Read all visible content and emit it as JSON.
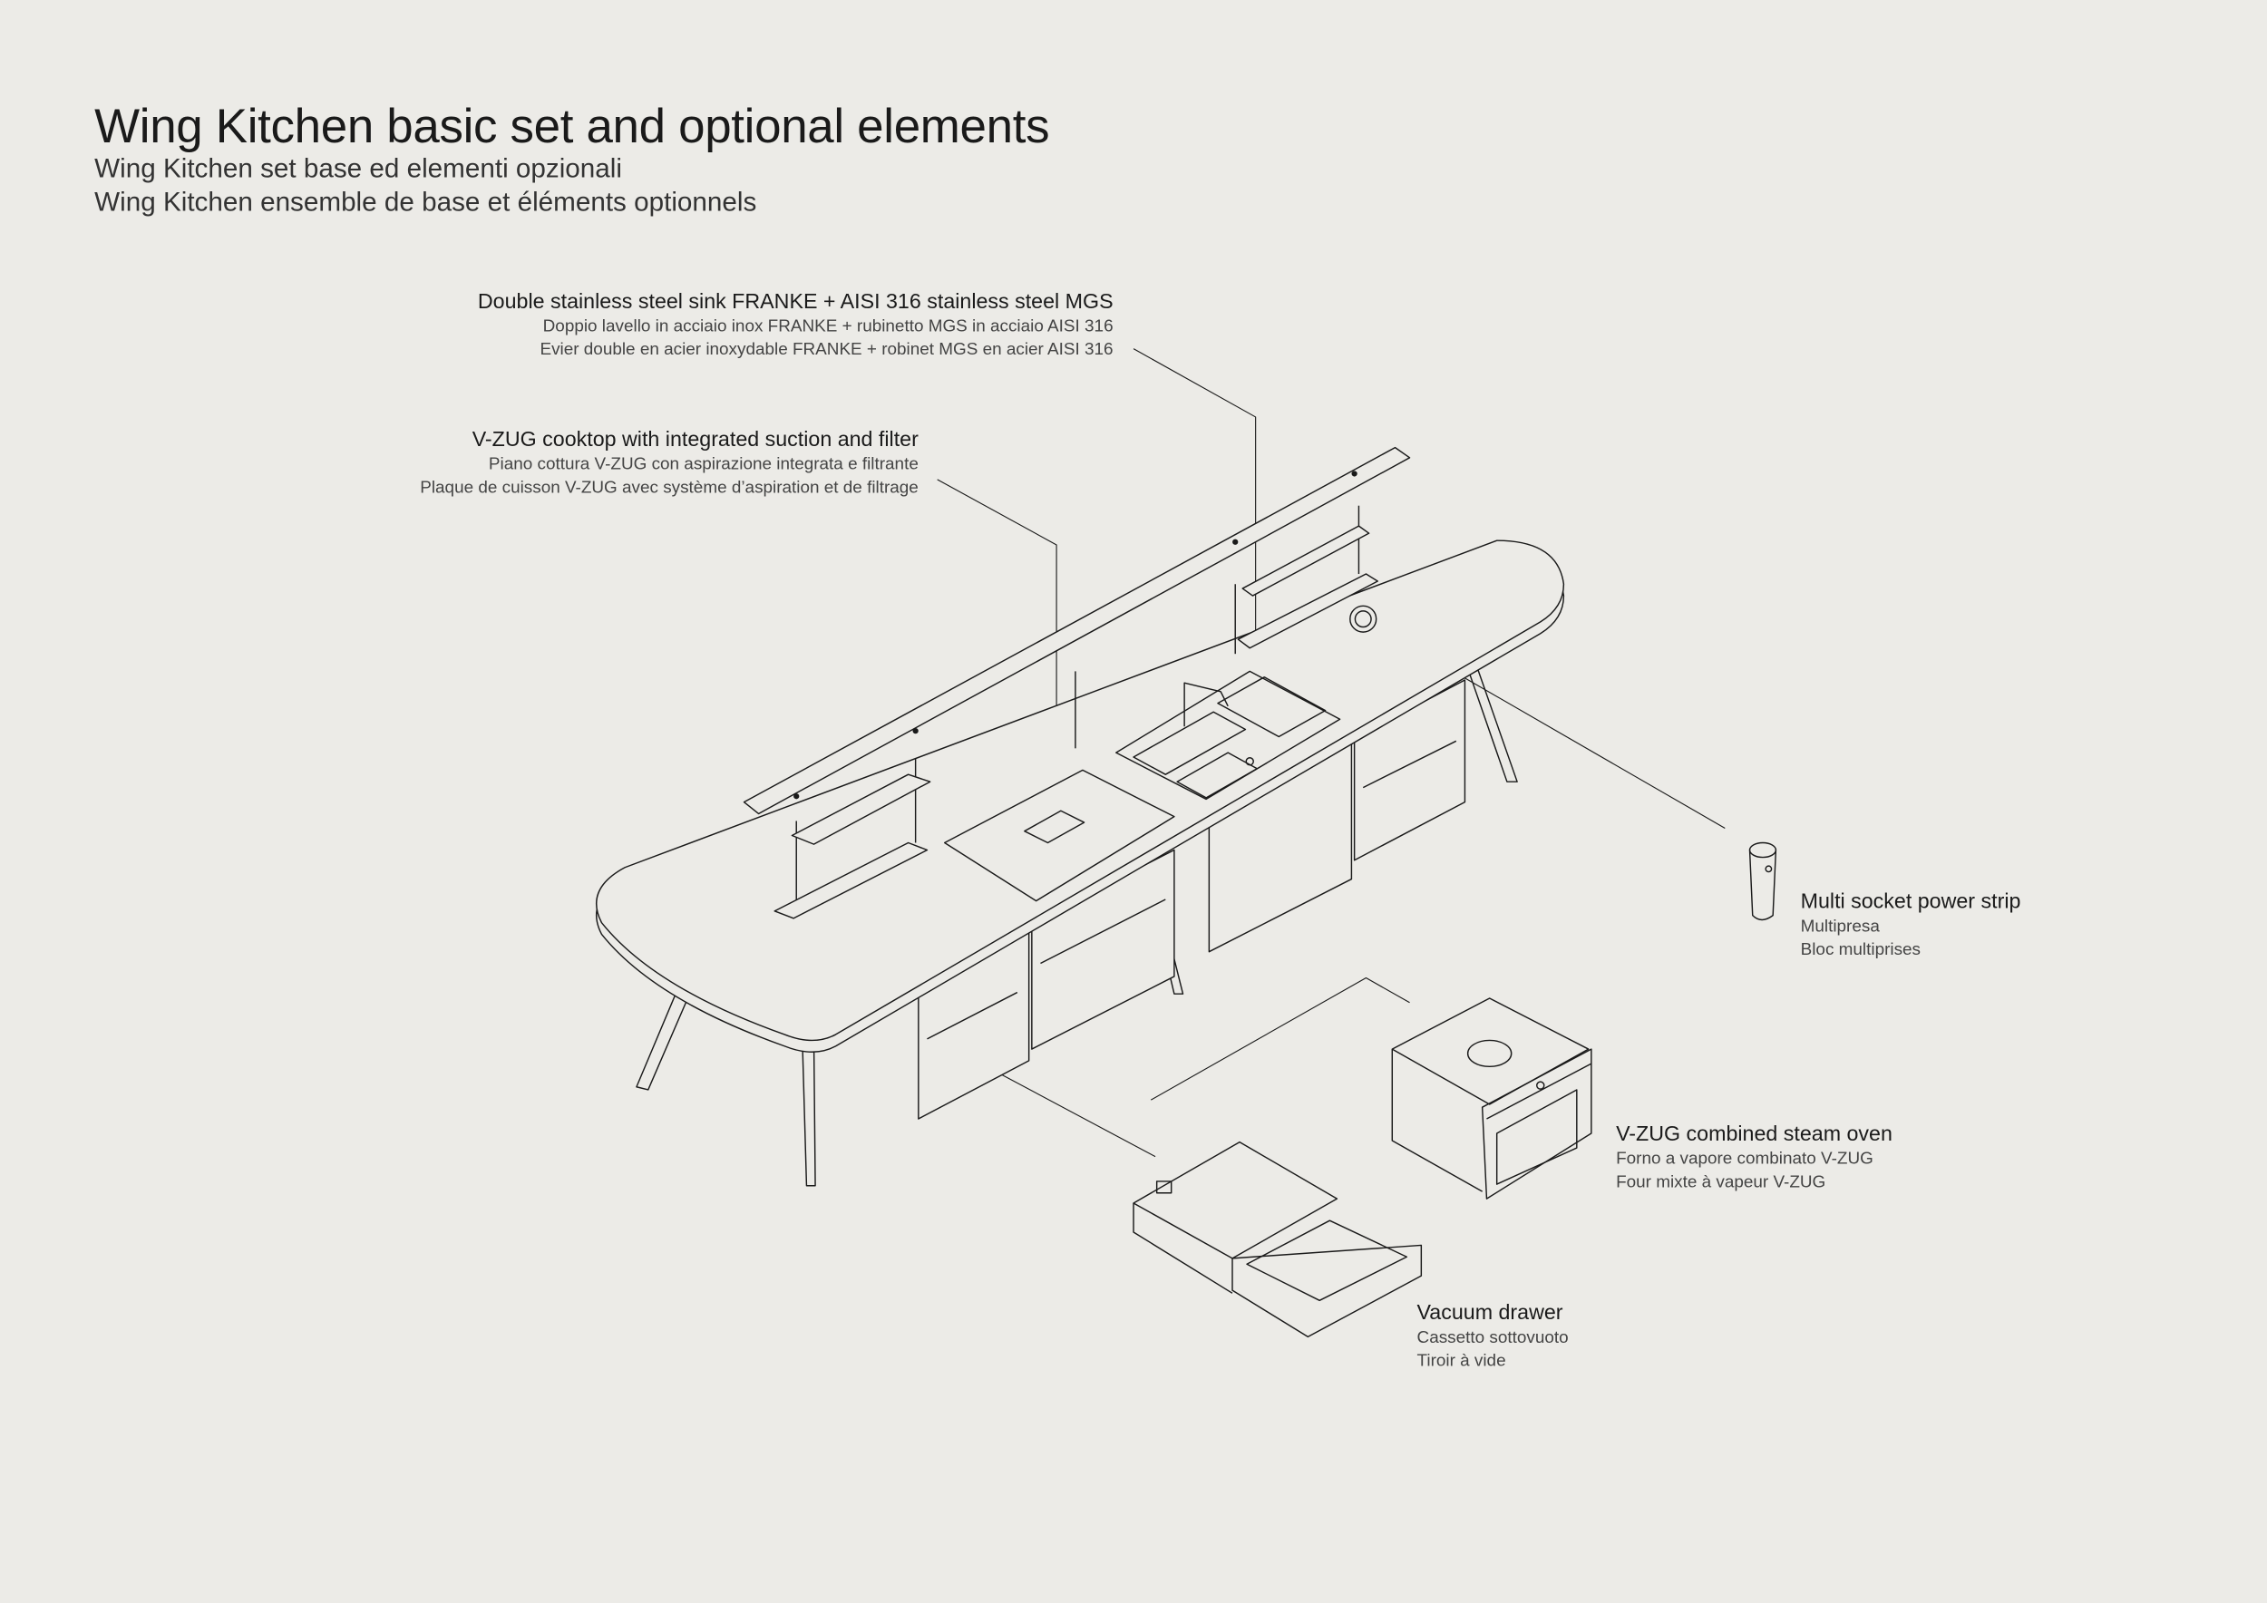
{
  "title": {
    "main": "Wing Kitchen basic set and optional elements",
    "italian": "Wing Kitchen set base ed elementi opzionali",
    "french": "Wing Kitchen ensemble de base et éléments optionnels"
  },
  "callouts": {
    "sink": {
      "en": "Double stainless steel sink FRANKE + AISI 316 stainless steel MGS",
      "it": "Doppio lavello in acciaio inox FRANKE + rubinetto MGS in acciaio AISI 316",
      "fr": "Evier double en acier inoxydable FRANKE + robinet MGS en acier AISI 316"
    },
    "cooktop": {
      "en": "V-ZUG cooktop with integrated suction and filter",
      "it": "Piano cottura V-ZUG con aspirazione integrata e filtrante",
      "fr": "Plaque de cuisson V-ZUG avec système d’aspiration et de filtrage"
    },
    "power_strip": {
      "en": "Multi socket power strip",
      "it": "Multipresa",
      "fr": "Bloc multiprises"
    },
    "oven": {
      "en": "V-ZUG combined steam oven",
      "it": "Forno a vapore combinato V-ZUG",
      "fr": "Four mixte à vapeur V-ZUG"
    },
    "vacuum_drawer": {
      "en": "Vacuum drawer",
      "it": "Cassetto sottovuoto",
      "fr": "Tiroir à vide"
    }
  },
  "colors": {
    "background": "#ecebe7",
    "line": "#1a1a1a"
  }
}
